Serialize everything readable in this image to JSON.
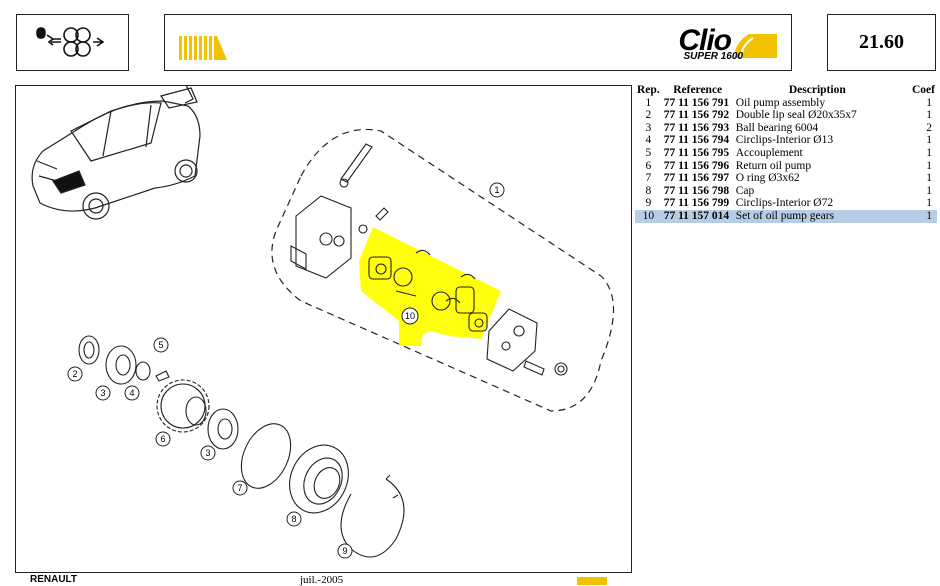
{
  "header": {
    "page_number": "21.60",
    "brand_name": "Clio",
    "brand_subtitle": "SUPER 1600"
  },
  "table": {
    "columns": [
      "Rep.",
      "Reference",
      "Description",
      "Coef"
    ],
    "rows": [
      {
        "rep": "1",
        "ref": "77 11 156 791",
        "desc": "Oil pump assembly",
        "coef": "1"
      },
      {
        "rep": "2",
        "ref": "77 11 156 792",
        "desc": "Double lip seal Ø20x35x7",
        "coef": "1"
      },
      {
        "rep": "3",
        "ref": "77 11 156 793",
        "desc": "Ball bearing 6004",
        "coef": "2"
      },
      {
        "rep": "4",
        "ref": "77 11 156 794",
        "desc": "Circlips-Interior Ø13",
        "coef": "1"
      },
      {
        "rep": "5",
        "ref": "77 11 156 795",
        "desc": "Accouplement",
        "coef": "1"
      },
      {
        "rep": "6",
        "ref": "77 11 156 796",
        "desc": "Return oil pump",
        "coef": "1"
      },
      {
        "rep": "7",
        "ref": "77 11 156 797",
        "desc": "O ring Ø3x62",
        "coef": "1"
      },
      {
        "rep": "8",
        "ref": "77 11 156 798",
        "desc": "Cap",
        "coef": "1"
      },
      {
        "rep": "9",
        "ref": "77 11 156 799",
        "desc": "Circlips-Interior Ø72",
        "coef": "1"
      },
      {
        "rep": "10",
        "ref": "77 11 157 014",
        "desc": "Set of oil pump gears",
        "coef": "1"
      }
    ],
    "selected_index": 9
  },
  "diagram": {
    "callouts": [
      "1",
      "2",
      "3",
      "4",
      "5",
      "6",
      "3",
      "7",
      "8",
      "9",
      "10"
    ]
  },
  "footer": {
    "maker": "RENAULT",
    "date": "juil.-2005"
  },
  "colors": {
    "highlight_yellow": "#ffff00",
    "brand_yellow": "#f2c200",
    "selection_blue": "#b7cde6"
  },
  "icons": {
    "header_left": "oil-pump-icon",
    "header_stripes": "yellow-stripes-logo"
  }
}
